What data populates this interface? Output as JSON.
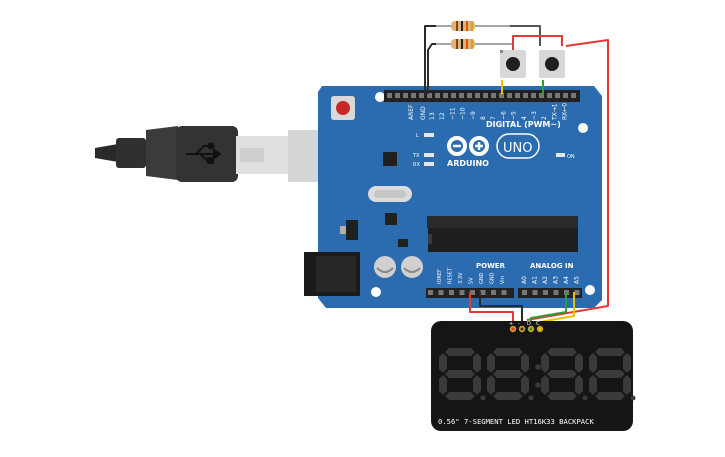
{
  "board": {
    "header_aref": "AREF",
    "header_gnd": "GND",
    "digital_pins": [
      "13",
      "12",
      "~11",
      "~10",
      "~9",
      "8",
      "7",
      "~6",
      "~5",
      "4",
      "~3",
      "2",
      "TX→1",
      "RX←0"
    ],
    "digital_label": "DIGITAL (PWM~)",
    "logo_text": "ARDUINO",
    "model": "UNO",
    "led_l": "L",
    "led_tx": "TX",
    "led_rx": "RX",
    "on_label": "ON",
    "power_label": "POWER",
    "analog_label": "ANALOG IN",
    "power_pins": [
      "IOREF",
      "RESET",
      "3.3V",
      "5V",
      "GND",
      "GND",
      "Vin"
    ],
    "analog_pins": [
      "A0",
      "A1",
      "A2",
      "A3",
      "A4",
      "A5"
    ]
  },
  "display": {
    "label": "0.56\" 7-SEGMENT LED HT16K33 BACKPACK",
    "pin_labels": [
      "+",
      "-",
      "D",
      "C"
    ],
    "digits": 4
  },
  "colors": {
    "board": "#2b6cb0",
    "board_dark": "#1d4f8a",
    "wire_red": "#e53935",
    "wire_black": "#2b2b2b",
    "wire_green": "#2e9d3a",
    "wire_yellow": "#e8c200",
    "display_body": "#151515",
    "segment": "#3a3a3a"
  }
}
